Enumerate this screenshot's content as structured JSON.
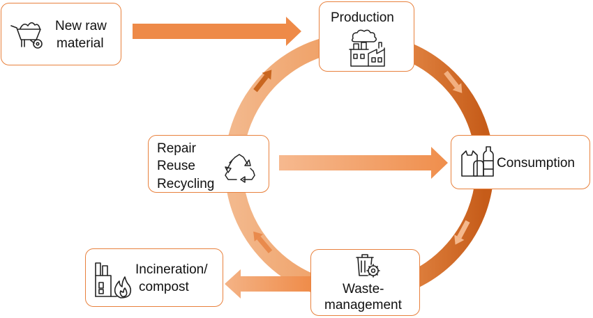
{
  "colors": {
    "accent": "#e8803c",
    "ring_light": "#f3b88c",
    "ring_mid": "#ed9554",
    "ring_dark": "#c65c19",
    "arrow": "#ee8a48",
    "text": "#111111"
  },
  "nodes": {
    "raw_material": {
      "line1": "New raw",
      "line2": "material",
      "icon": "wheelbarrow-icon"
    },
    "production": {
      "label": "Production",
      "icon": "factory-icon"
    },
    "consumption": {
      "label": "Consumption",
      "icon": "bottles-icon"
    },
    "waste": {
      "line1": "Waste-",
      "line2": "management",
      "icon": "trash-bin-icon"
    },
    "repair": {
      "line1": "Repair",
      "line2": "Reuse",
      "line3": "Recycling",
      "icon": "recycle-icon"
    },
    "incineration": {
      "line1": "Incineration/",
      "line2": "compost",
      "icon": "incinerator-icon"
    }
  }
}
